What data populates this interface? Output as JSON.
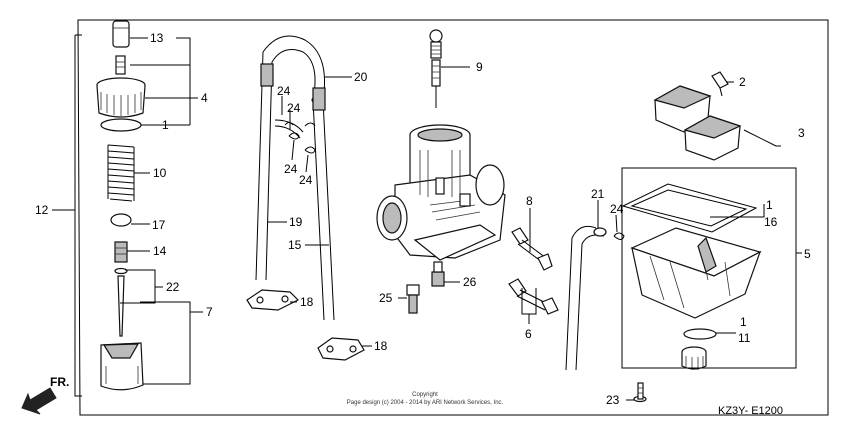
{
  "callouts": {
    "c13": "13",
    "c4": "4",
    "c1a": "1",
    "c10": "10",
    "c12": "12",
    "c17": "17",
    "c14": "14",
    "c22": "22",
    "c7": "7",
    "c20": "20",
    "c24a": "24",
    "c24b": "24",
    "c24c": "24",
    "c24d": "24",
    "c19": "19",
    "c15": "15",
    "c18a": "18",
    "c18b": "18",
    "c9": "9",
    "c8": "8",
    "c26": "26",
    "c25": "25",
    "c6": "6",
    "c21": "21",
    "c24e": "24",
    "c2": "2",
    "c3": "3",
    "c1b": "1",
    "c16": "16",
    "c5": "5",
    "c1c": "1",
    "c11": "11",
    "c23": "23"
  },
  "direction_label": "FR.",
  "copyright_line1": "Copyright",
  "copyright_line2": "Page design (c) 2004 - 2014 by ARI Network Services, Inc.",
  "diagram_code": "KZ3Y- E1200"
}
